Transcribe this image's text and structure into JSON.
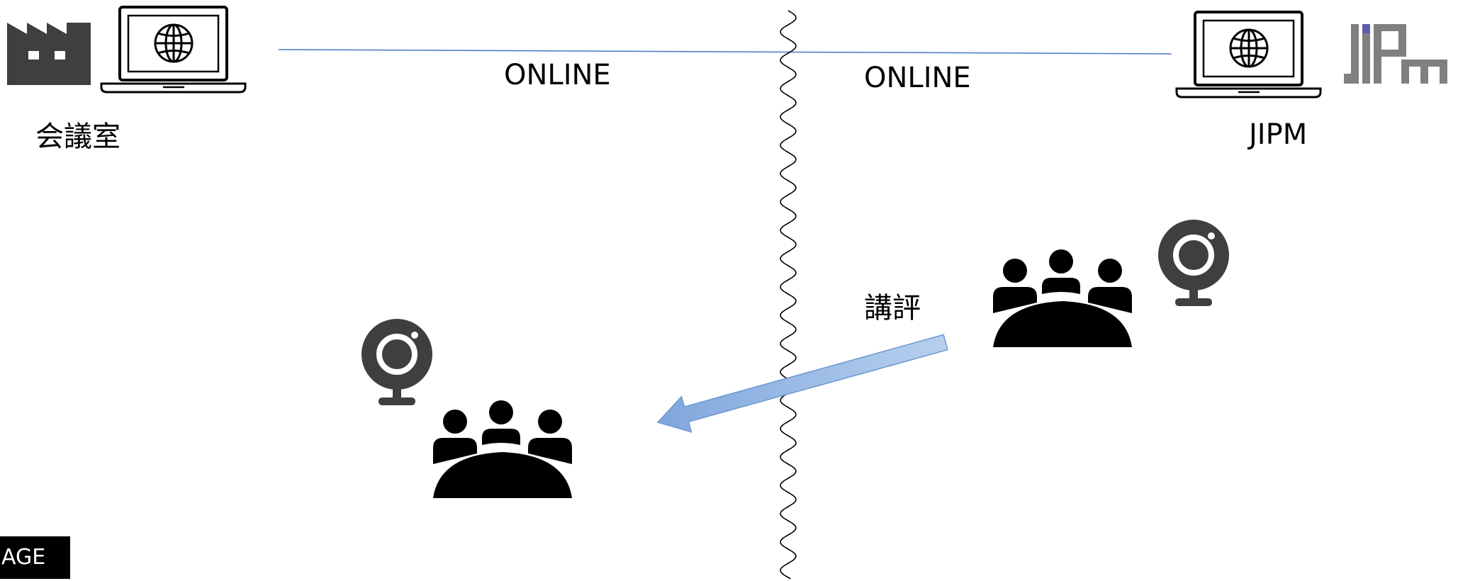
{
  "labels": {
    "left_online": "ONLINE",
    "right_online": "ONLINE",
    "left_site": "会議室",
    "right_site": "JIPM",
    "review": "講評",
    "corner_badge": "AGE"
  },
  "icons": {
    "left_factory": "factory-icon",
    "left_laptop": "laptop-globe-icon",
    "right_laptop": "laptop-globe-icon",
    "right_logo": "jipm-logo",
    "left_webcam": "webcam-icon",
    "right_webcam": "webcam-icon",
    "left_group": "meeting-group-icon",
    "right_group": "meeting-group-icon",
    "arrow": "feedback-arrow",
    "divider": "wavy-divider"
  },
  "colors": {
    "icon_dark": "#3f3f3f",
    "icon_black": "#000000",
    "connection_line": "#4a76c6",
    "arrow_fill": "#8fb4e3",
    "arrow_stroke": "#6d97d0",
    "logo_gray": "#808080",
    "logo_accent": "#5b5ea6"
  }
}
